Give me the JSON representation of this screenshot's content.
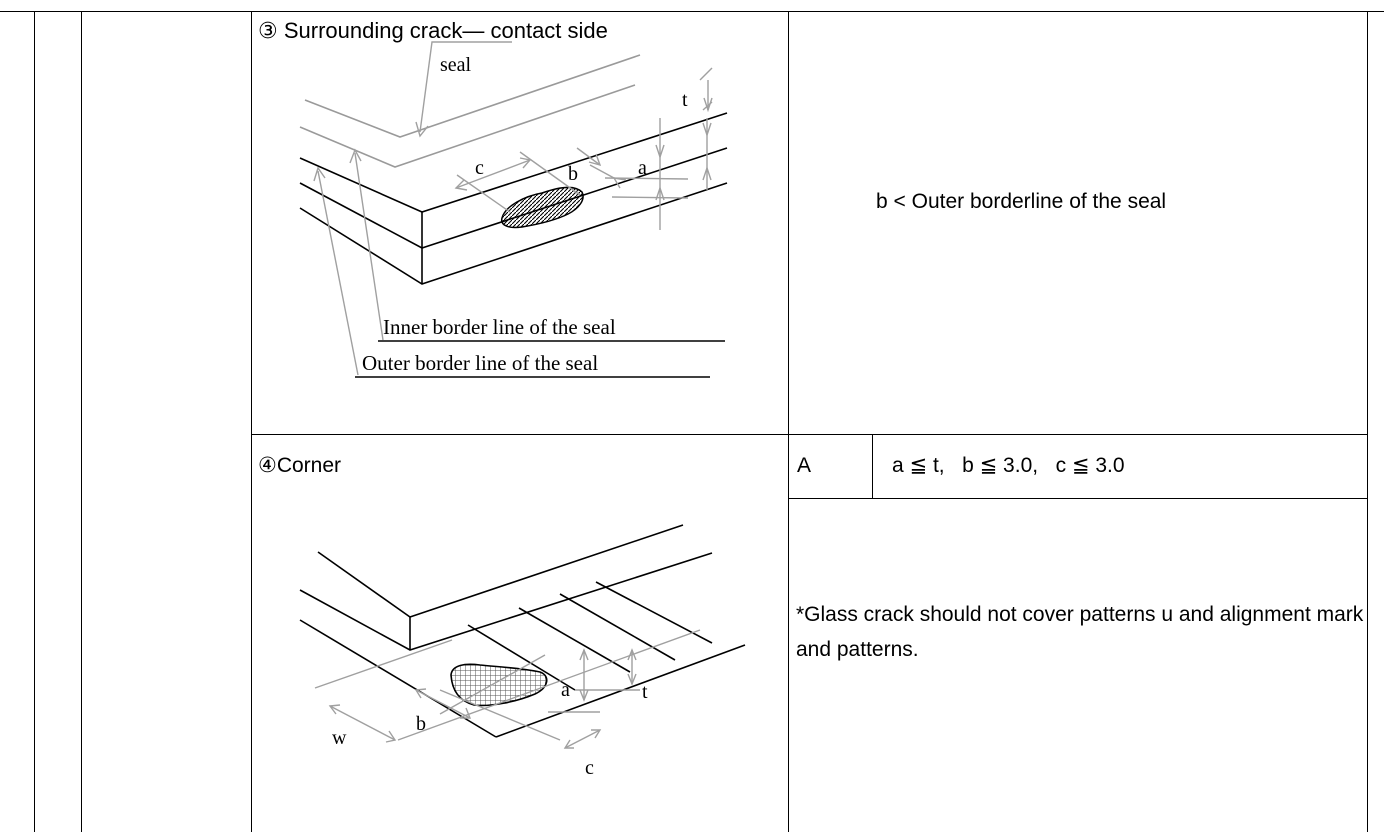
{
  "row_crack": {
    "heading": "③ Surrounding crack— contact side",
    "fig_label_seal": "seal",
    "fig_label_t": "t",
    "fig_label_c": "c",
    "fig_label_b": "b",
    "fig_label_a": "a",
    "fig_label_inner": "Inner border line of the seal",
    "fig_label_outer": "Outer border line of the seal",
    "criterion": "b < Outer borderline of the seal"
  },
  "row_corner": {
    "heading": "④Corner",
    "grade": "A",
    "criterion": "a ≦ t,   b ≦ 3.0,   c ≦ 3.0",
    "fig_label_a": "a",
    "fig_label_t": "t",
    "fig_label_b": "b",
    "fig_label_w": "w",
    "fig_label_c": "c",
    "note": "*Glass crack should not cover patterns u and alignment mark and patterns."
  }
}
